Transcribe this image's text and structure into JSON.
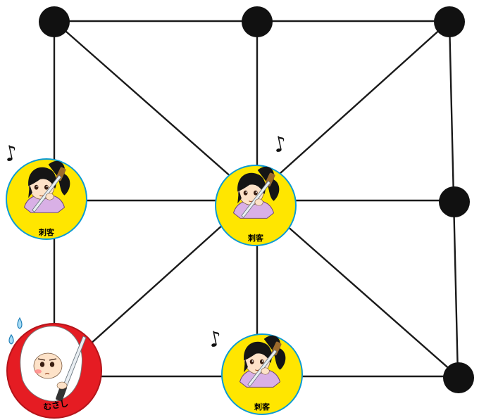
{
  "board": {
    "nodes": [
      {
        "id": "tl",
        "state": "empty"
      },
      {
        "id": "tc",
        "state": "empty"
      },
      {
        "id": "tr",
        "state": "empty"
      },
      {
        "id": "ml",
        "state": "assassin"
      },
      {
        "id": "mc",
        "state": "assassin"
      },
      {
        "id": "mr",
        "state": "empty"
      },
      {
        "id": "bl",
        "state": "musashi"
      },
      {
        "id": "bc",
        "state": "assassin"
      },
      {
        "id": "br",
        "state": "empty"
      }
    ],
    "line_color": "#1a1a1a",
    "node_color": "#111111"
  },
  "pieces": {
    "assassin": {
      "label": "刺客",
      "fill": "#ffe600",
      "ring": "#0a9bd4",
      "count": 3
    },
    "musashi": {
      "label": "むさし",
      "fill": "#e51c23",
      "ring": "#b4141a",
      "count": 1
    }
  },
  "decorations": {
    "music_note": "♪",
    "sweat_icon": "sweat-drops-icon"
  }
}
